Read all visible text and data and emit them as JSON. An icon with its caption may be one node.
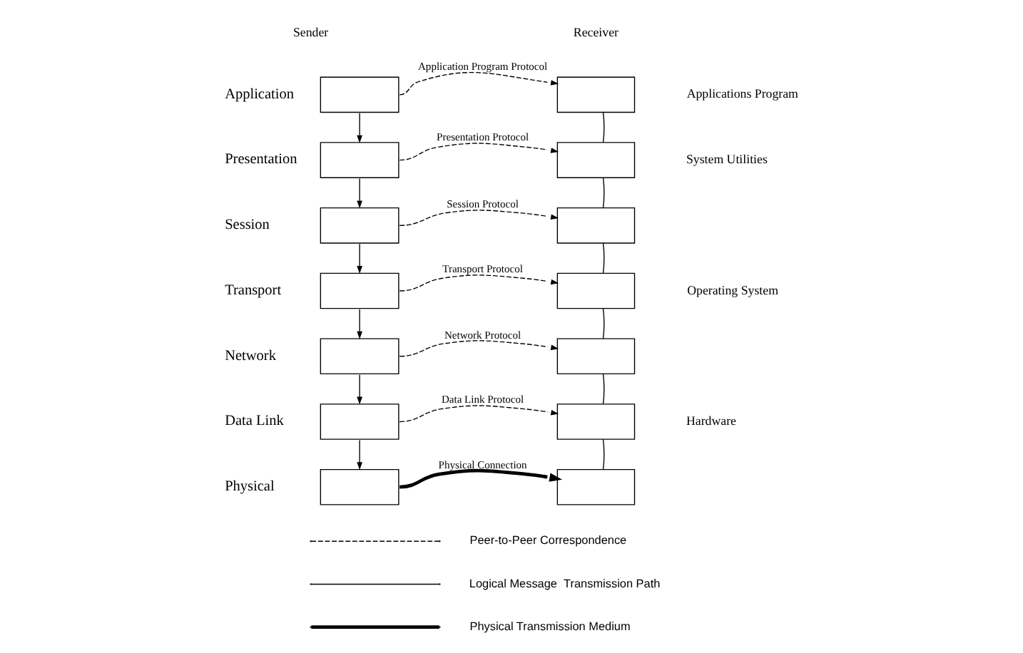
{
  "diagram": {
    "nodes": [
      {
        "text": [],
        "shape": "box",
        "beside": [
          "Application"
        ]
      },
      {
        "text": [],
        "shape": "box",
        "beside": [
          "Presentation"
        ]
      },
      {
        "text": [],
        "shape": "box",
        "beside": [
          "Session"
        ]
      },
      {
        "text": [],
        "shape": "box",
        "beside": [
          "Transport"
        ]
      },
      {
        "text": [],
        "shape": "box",
        "beside": [
          "Network"
        ]
      },
      {
        "text": [],
        "shape": "box",
        "beside": [
          "Data Link"
        ]
      },
      {
        "text": [],
        "shape": "box",
        "beside": [
          "Physical"
        ]
      },
      {
        "text": [],
        "shape": "box"
      },
      {
        "text": [],
        "shape": "box"
      },
      {
        "text": [],
        "shape": "box"
      },
      {
        "text": [],
        "shape": "box"
      },
      {
        "text": [],
        "shape": "box"
      },
      {
        "text": [],
        "shape": "box"
      },
      {
        "text": [],
        "shape": "box"
      }
    ],
    "edges": [
      {
        "from": 0,
        "to": 1,
        "arrow": "to"
      },
      {
        "from": 1,
        "to": 2,
        "arrow": "to"
      },
      {
        "from": 2,
        "to": 3,
        "arrow": "to"
      },
      {
        "from": 3,
        "to": 4,
        "arrow": "to"
      },
      {
        "from": 4,
        "to": 5,
        "arrow": "to"
      },
      {
        "from": 5,
        "to": 6,
        "arrow": "to"
      },
      {
        "from": 0,
        "to": 7,
        "arrow": "to",
        "style": "dashed",
        "label": "Application Program Protocol"
      },
      {
        "from": 1,
        "to": 8,
        "arrow": "to",
        "style": "dashed",
        "label": "Presentation Protocol"
      },
      {
        "from": 2,
        "to": 9,
        "arrow": "to",
        "style": "dashed",
        "label": "Session Protocol"
      },
      {
        "from": 3,
        "to": 10,
        "arrow": "to",
        "style": "dashed",
        "label": "Transport Protocol"
      },
      {
        "from": 4,
        "to": 11,
        "arrow": "to",
        "style": "dashed",
        "label": "Network Protocol"
      },
      {
        "from": 5,
        "to": 12,
        "arrow": "to",
        "style": "dashed",
        "label": "Data Link Protocol"
      },
      {
        "from": 6,
        "to": 13,
        "arrow": "to",
        "style": "thick",
        "label": "Physical Connection"
      },
      {
        "from": 13,
        "to": 12,
        "arrow": "none"
      },
      {
        "from": 12,
        "to": 11,
        "arrow": "none"
      },
      {
        "from": 11,
        "to": 10,
        "arrow": "none"
      },
      {
        "from": 10,
        "to": 9,
        "arrow": "none"
      },
      {
        "from": 9,
        "to": 8,
        "arrow": "none"
      },
      {
        "from": 8,
        "to": 7,
        "arrow": "none"
      }
    ],
    "labels": [
      "Sender",
      "Receiver",
      "Applications Program",
      "System Utilities",
      "Operating System",
      "Hardware"
    ],
    "legend": [
      {
        "text": "Peer-to-Peer Correspondence"
      },
      {
        "text": "Logical Message  Transmission Path"
      },
      {
        "text": "Physical Transmission Medium"
      }
    ]
  }
}
